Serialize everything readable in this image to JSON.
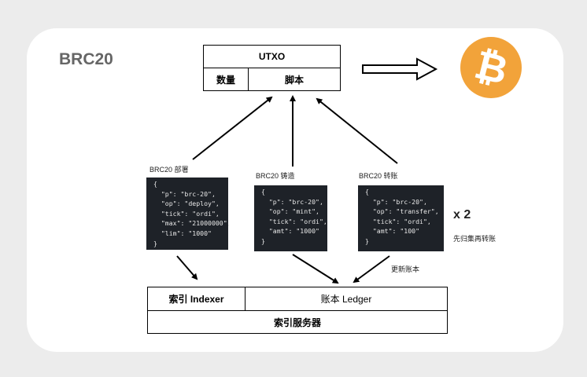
{
  "title": "BRC20",
  "utxo": {
    "header": "UTXO",
    "left_cell": "数量",
    "right_cell": "脚本"
  },
  "coin": {
    "symbol": "₿",
    "color": "#F2A33A"
  },
  "ops": [
    {
      "label": "BRC20 部署",
      "lines": [
        "{",
        "  \"p\": \"brc-20\",",
        "  \"op\": \"deploy\",",
        "  \"tick\": \"ordi\",",
        "  \"max\": \"21000000\",",
        "  \"lim\": \"1000\"",
        "}"
      ]
    },
    {
      "label": "BRC20 铸造",
      "lines": [
        "{",
        "  \"p\": \"brc-20\",",
        "  \"op\": \"mint\",",
        "  \"tick\": \"ordi\",",
        "  \"amt\": \"1000\"",
        "}"
      ]
    },
    {
      "label": "BRC20 转账",
      "lines": [
        "{",
        "  \"p\": \"brc-20\",",
        "  \"op\": \"transfer\",",
        "  \"tick\": \"ordi\",",
        "  \"amt\": \"100\"",
        "}"
      ]
    }
  ],
  "multiplier": "x 2",
  "multiplier_note": "先归集再转账",
  "update_note": "更新账本",
  "indexer": {
    "left": "索引 Indexer",
    "right": "账本 Ledger",
    "bottom": "索引服务器"
  }
}
